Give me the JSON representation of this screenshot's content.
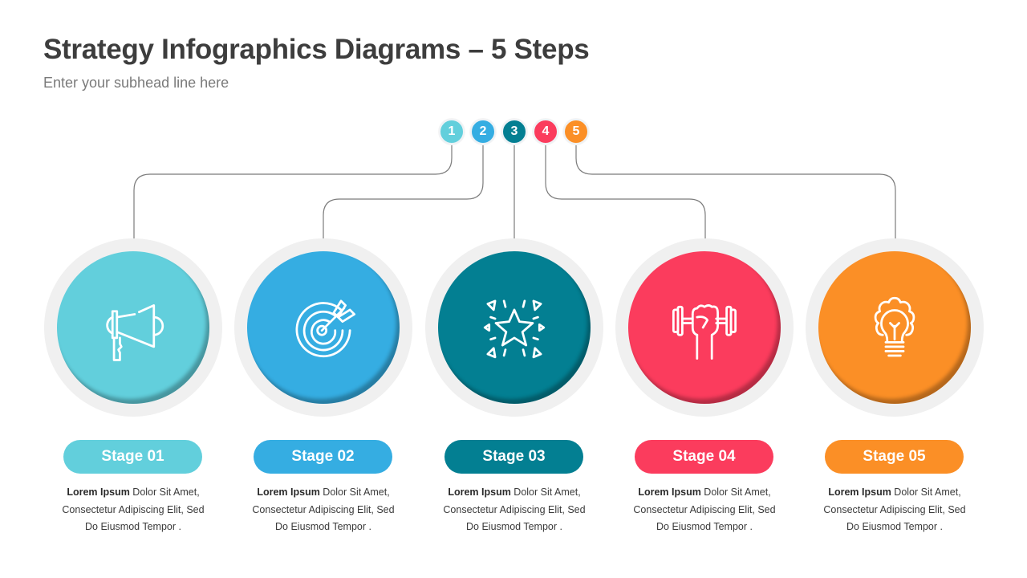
{
  "header": {
    "title": "Strategy Infographics Diagrams – 5 Steps",
    "subtitle": "Enter your subhead line here"
  },
  "colors": {
    "stage1": "#62cfdc",
    "stage2": "#35ade2",
    "stage3": "#037f92",
    "stage4": "#fb3c5d",
    "stage5": "#fb8f26",
    "ring": "#f0f0f0",
    "connector": "#7b7b7b"
  },
  "numbers": [
    "1",
    "2",
    "3",
    "4",
    "5"
  ],
  "stages": [
    {
      "label": "Stage 01",
      "icon": "megaphone-icon",
      "bold": "Lorem Ipsum",
      "line1": " Dolor Sit Amet,",
      "line2": "Consectetur Adipiscing Elit, Sed",
      "line3": "Do Eiusmod Tempor ."
    },
    {
      "label": "Stage 02",
      "icon": "target-arrow-icon",
      "bold": "Lorem Ipsum",
      "line1": " Dolor Sit Amet,",
      "line2": "Consectetur Adipiscing Elit, Sed",
      "line3": "Do Eiusmod Tempor ."
    },
    {
      "label": "Stage 03",
      "icon": "star-sparkle-icon",
      "bold": "Lorem Ipsum",
      "line1": " Dolor Sit Amet,",
      "line2": "Consectetur Adipiscing Elit, Sed",
      "line3": "Do Eiusmod Tempor ."
    },
    {
      "label": "Stage 04",
      "icon": "fist-dumbbell-icon",
      "bold": "Lorem Ipsum",
      "line1": " Dolor Sit Amet,",
      "line2": "Consectetur Adipiscing Elit, Sed",
      "line3": "Do Eiusmod Tempor ."
    },
    {
      "label": "Stage 05",
      "icon": "lightbulb-gear-icon",
      "bold": "Lorem Ipsum",
      "line1": " Dolor Sit Amet,",
      "line2": "Consectetur Adipiscing Elit, Sed",
      "line3": "Do Eiusmod Tempor ."
    }
  ]
}
